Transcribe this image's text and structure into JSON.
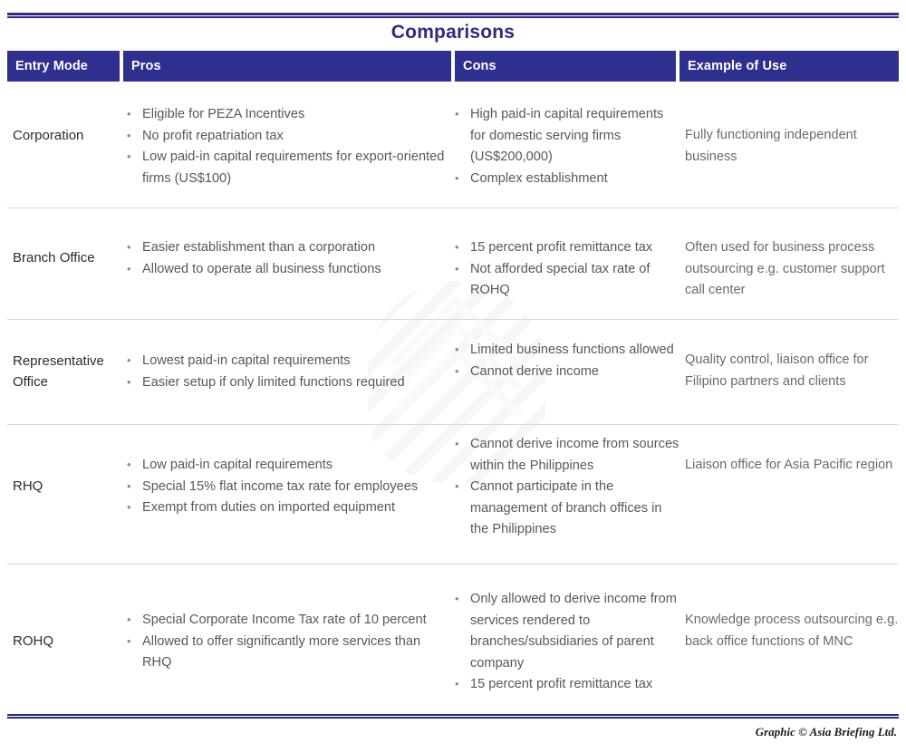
{
  "title": "Comparisons",
  "columns": [
    {
      "key": "entry_mode",
      "label": "Entry Mode"
    },
    {
      "key": "pros",
      "label": "Pros"
    },
    {
      "key": "cons",
      "label": "Cons"
    },
    {
      "key": "example",
      "label": "Example of Use"
    }
  ],
  "rows": [
    {
      "mode": "Corporation",
      "pros": [
        "Eligible for PEZA Incentives",
        "No profit repatriation tax",
        "Low paid-in capital requirements for export-oriented firms (US$100)"
      ],
      "cons": [
        "High paid-in capital requirements for domestic serving firms (US$200,000)",
        "Complex establishment"
      ],
      "example": "Fully functioning independent business"
    },
    {
      "mode": "Branch Office",
      "pros": [
        "Easier establishment than a corporation",
        "Allowed to operate all business functions"
      ],
      "cons": [
        "15 percent profit remittance tax",
        "Not afforded special tax rate of ROHQ"
      ],
      "example": "Often used for business process outsourcing e.g. customer support call center"
    },
    {
      "mode": "Representative Office",
      "pros": [
        "Lowest paid-in capital requirements",
        "Easier setup if only limited functions required"
      ],
      "cons": [
        "Limited business functions allowed",
        "Cannot derive income"
      ],
      "example": "Quality control, liaison office for Filipino partners and clients"
    },
    {
      "mode": "RHQ",
      "pros": [
        "Low paid-in capital requirements",
        "Special 15% flat income tax rate for employees",
        "Exempt from duties on imported equipment"
      ],
      "cons": [
        "Cannot derive income from sources within the Philippines",
        "Cannot participate in the management of branch offices in the Philippines"
      ],
      "example": "Liaison office for Asia Pacific region"
    },
    {
      "mode": "ROHQ",
      "pros": [
        "Special Corporate Income Tax rate of 10 percent",
        "Allowed to offer significantly more services than RHQ"
      ],
      "cons": [
        "Only allowed to derive income from services rendered to branches/subsidiaries of parent company",
        "15 percent profit remittance tax"
      ],
      "example": "Knowledge process outsourcing e.g. back office functions of MNC"
    }
  ],
  "credit": "Graphic © Asia Briefing Ltd.",
  "colors": {
    "header_bg": "#2e2f8f",
    "rule": "#2b2c82",
    "title": "#2b2c82",
    "body_text": "#58585b",
    "row_divider": "#d9d9d9"
  }
}
